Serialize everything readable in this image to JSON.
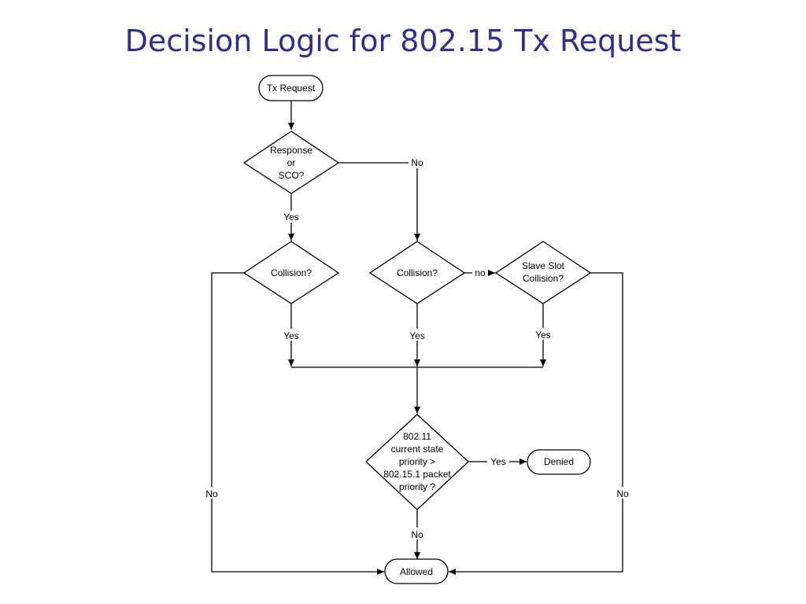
{
  "title": "Decision Logic for 802.15 Tx Request",
  "nodes": {
    "start": "Tx Request",
    "response_sco": [
      "Response",
      "or",
      "SCO?"
    ],
    "collision_left": "Collision?",
    "collision_mid": "Collision?",
    "slave_slot": [
      "Slave Slot",
      "Collision?"
    ],
    "priority": [
      "802.11",
      "current state",
      "priority >",
      "802.15.1 packet",
      "priority ?"
    ],
    "denied": "Denied",
    "allowed": "Allowed"
  },
  "edges": {
    "response_no": "No",
    "response_yes": "Yes",
    "collision_mid_no": "no",
    "collision_left_yes": "Yes",
    "collision_mid_yes": "Yes",
    "slave_slot_yes": "Yes",
    "priority_yes": "Yes",
    "priority_no": "No",
    "collision_left_no": "No",
    "slave_slot_no": "No"
  }
}
